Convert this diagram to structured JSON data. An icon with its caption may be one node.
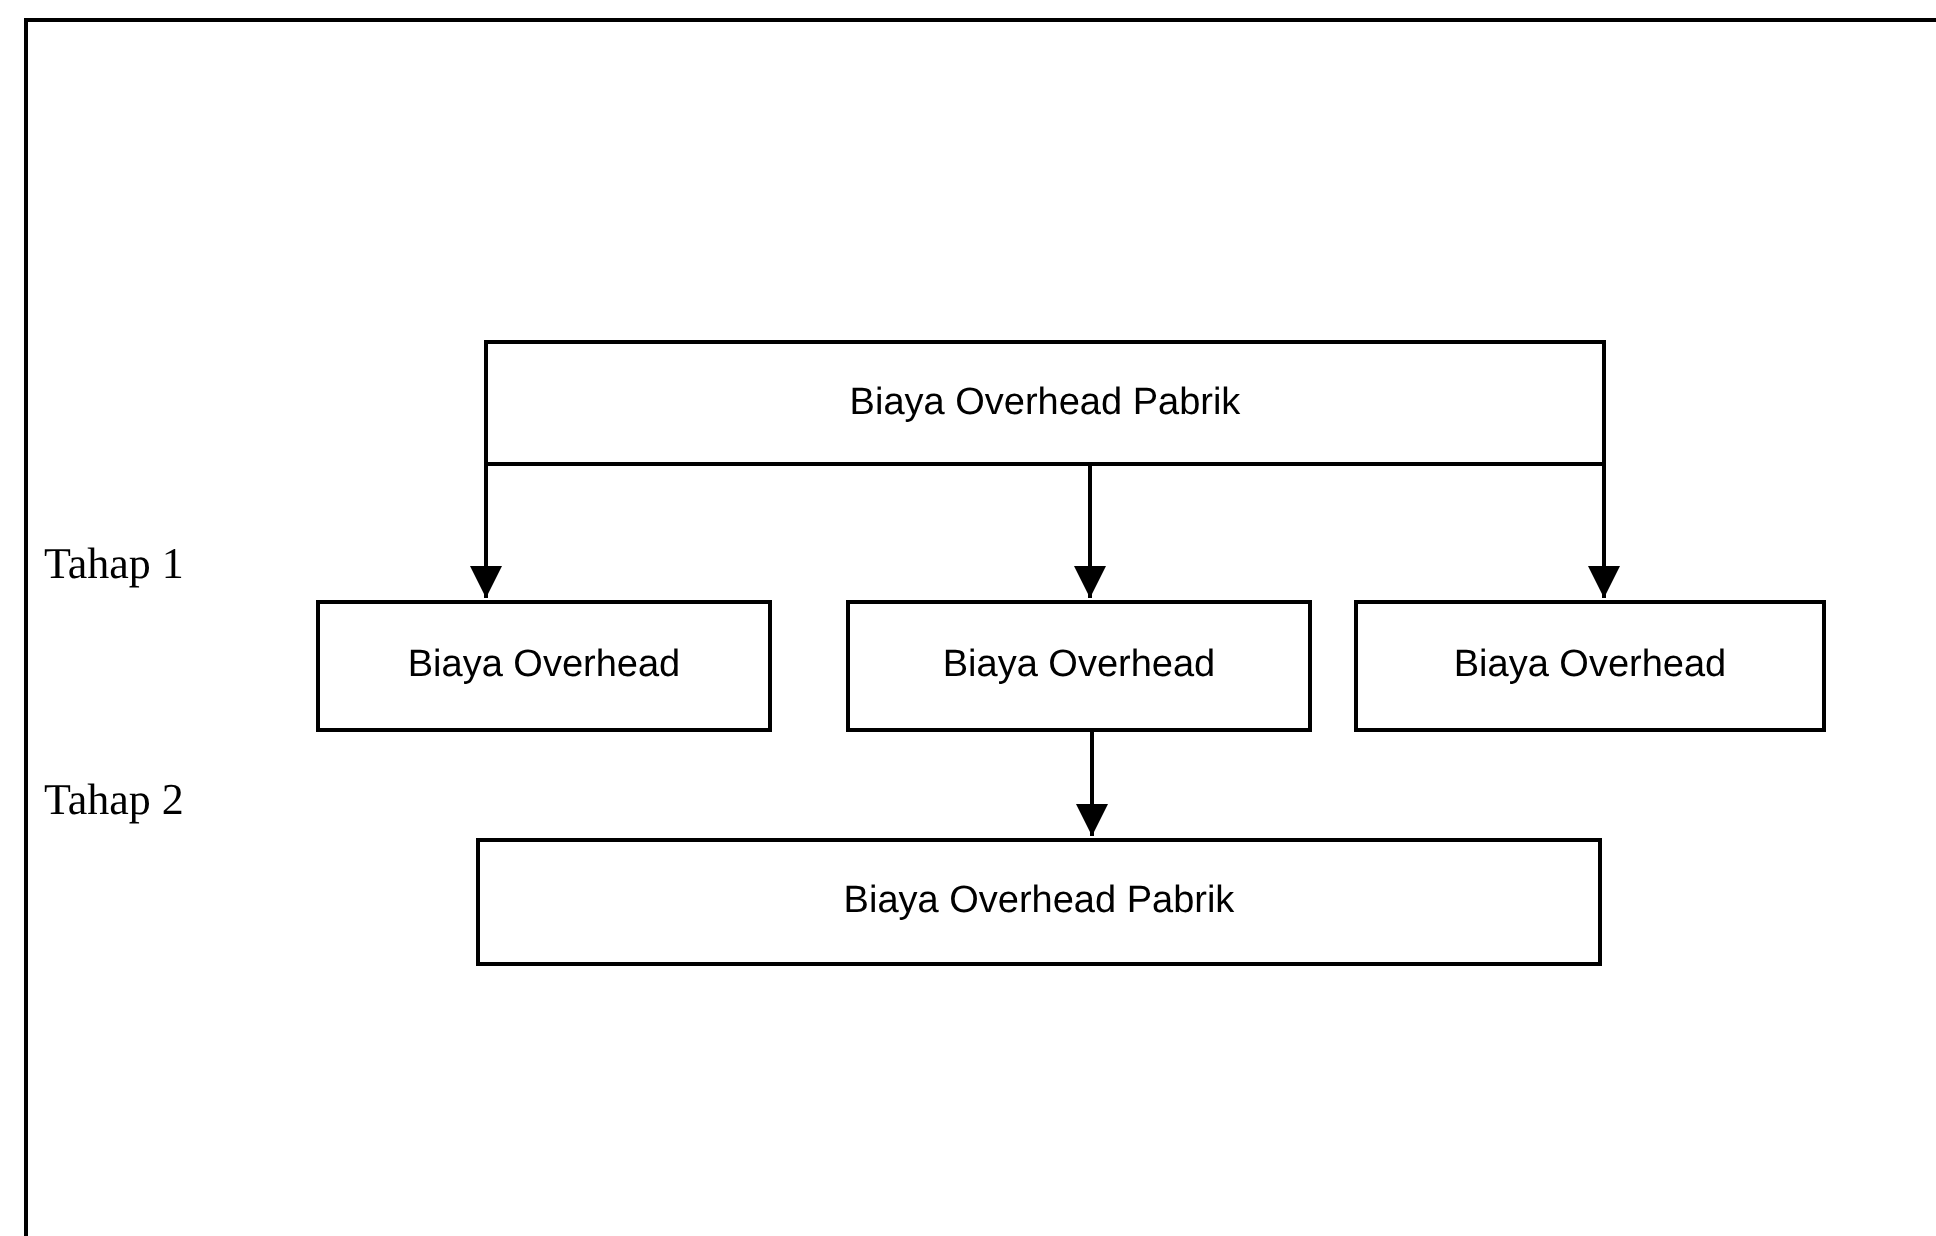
{
  "diagram": {
    "nodes": [
      {
        "text": [
          "Biaya Overhead Pabrik"
        ]
      },
      {
        "text": [
          "Biaya Overhead"
        ]
      },
      {
        "text": [
          "Biaya Overhead"
        ]
      },
      {
        "text": [
          "Biaya Overhead"
        ]
      },
      {
        "text": [
          "Biaya Overhead Pabrik"
        ]
      }
    ],
    "edges": [
      {
        "from": 0,
        "to": 1,
        "arrow": "to"
      },
      {
        "from": 0,
        "to": 2,
        "arrow": "to"
      },
      {
        "from": 0,
        "to": 3,
        "arrow": "to"
      },
      {
        "from": 2,
        "to": 4,
        "arrow": "to"
      }
    ],
    "labels": [
      "Tahap 1",
      "Tahap 2"
    ]
  }
}
